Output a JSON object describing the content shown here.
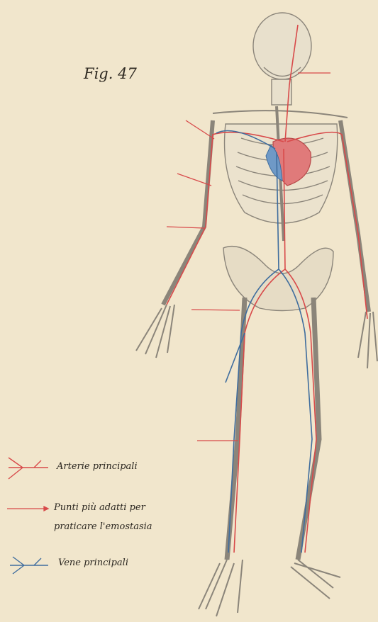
{
  "figure": {
    "title": "Fig. 47"
  },
  "legend": {
    "arteries": "Arterie principali",
    "points_line1": "Punti più adatti per",
    "points_line2": "praticare l'emostasia",
    "veins": "Vene principali"
  },
  "colors": {
    "artery": "#d84a4a",
    "vein": "#3f6d9e",
    "bone": "#8b857a",
    "paper": "#f1e6cc"
  }
}
